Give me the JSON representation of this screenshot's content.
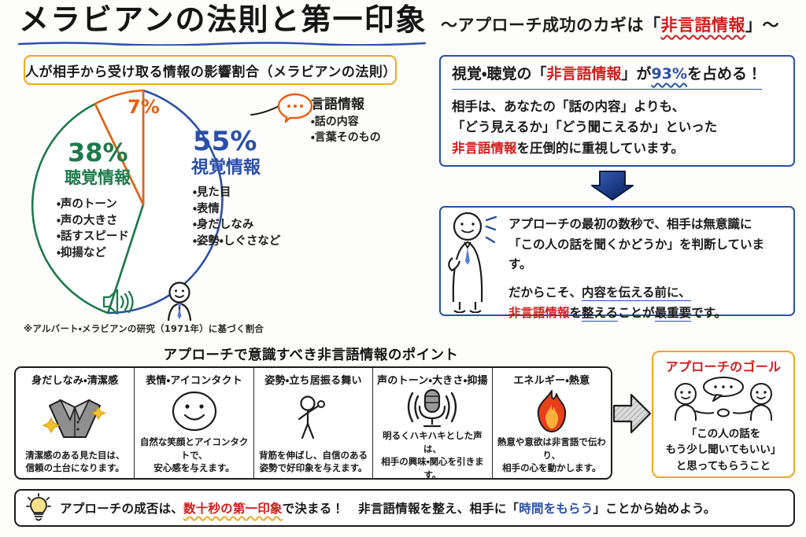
{
  "title": "メラビアンの法則と第一印象",
  "pie_section": {
    "caption": "人が相手から受け取る情報の影響割合（メラビアンの法則）",
    "note": "※アルバート・メラビアンの研究（1971年）に基づく割合",
    "visual": {
      "percent": "55%",
      "label": "視覚情報",
      "items": [
        "・見た目",
        "・表情",
        "・身だしなみ",
        "・姿勢・しぐさなど"
      ],
      "color": "#2b4fa8",
      "icon": "person-with-tie-icon"
    },
    "auditory": {
      "percent": "38%",
      "label": "聴覚情報",
      "items": [
        "・声のトーン",
        "・声の大きさ",
        "・話すスピード",
        "・抑揚など"
      ],
      "color": "#1d7a4a",
      "icon": "speaker-icon"
    },
    "verbal": {
      "percent": "7%",
      "label": "言語情報",
      "items": [
        "・話の内容",
        "・言葉そのもの"
      ],
      "color": "#e8600f",
      "icon": "speech-bubble-icon"
    }
  },
  "chart_data": {
    "type": "pie",
    "title": "人が相手から受け取る情報の影響割合（メラビアンの法則）",
    "categories": [
      "視覚情報",
      "聴覚情報",
      "言語情報"
    ],
    "values": [
      55,
      38,
      7
    ],
    "unit": "%",
    "colors": [
      "#2b4fa8",
      "#1d7a4a",
      "#e8600f"
    ],
    "labels": [
      "55%",
      "38%",
      "7%"
    ],
    "legend": "inside-slices",
    "annotation": "※アルバート・メラビアンの研究（1971年）に基づく割合",
    "start_angle_deg": 0,
    "direction": "clockwise"
  },
  "right": {
    "heading_pre": "〜アプローチ成功のカギは「",
    "heading_hl": "非言語情報",
    "heading_post": "」〜",
    "box93": {
      "line1_a": "視覚・聴覚の「",
      "line1_hl": "非言語情報",
      "line1_b": "」が",
      "line1_pct": "93%",
      "line1_c": "を占める！",
      "body_l1": "相手は、あなたの「話の内容」よりも、",
      "body_l2": "「どう見えるか」「どう聞こえるか」といった",
      "body_l3_hl": "非言語情報",
      "body_l3_b": "を圧倒的に重視しています。"
    },
    "arrow": "down-arrow-icon",
    "box2": {
      "p1_l1": "アプローチの最初の数秒で、相手は無意識に",
      "p1_l2": "「この人の話を聞くかどうか」を判断しています。",
      "p2_a": "だからこそ、",
      "p2_ul": "内容を伝える前に、",
      "p2_hl": "非言語情報",
      "p2_b": "を",
      "p2_ul2": "整える",
      "p2_c": "ことが",
      "p2_ul3": "最重要",
      "p2_d": "です。"
    }
  },
  "points": {
    "heading": "アプローチで意識すべき非言語情報のポイント",
    "columns": [
      {
        "header": "身だしなみ・清潔感",
        "icon": "suit-jacket-icon",
        "desc_l1": "清潔感のある見た目は、",
        "desc_l2": "信頼の土台になります。"
      },
      {
        "header": "表情・アイコンタクト",
        "icon": "smiley-face-icon",
        "desc_l1": "自然な笑顔とアイコンタクトで、",
        "desc_l2": "安心感を与えます。"
      },
      {
        "header": "姿勢・立ち居振る舞い",
        "icon": "standing-person-icon",
        "desc_l1": "背筋を伸ばし、自信のある",
        "desc_l2": "姿勢で好印象を与えます。"
      },
      {
        "header": "声のトーン・大きさ・抑揚",
        "icon": "microphone-icon",
        "desc_l1": "明るくハキハキとした声は、",
        "desc_l2": "相手の興味・関心を引きます。"
      },
      {
        "header": "エネルギー・熱意",
        "icon": "flame-icon",
        "desc_l1": "熱意や意欲は非言語で伝わり、",
        "desc_l2": "相手の心を動かします。"
      }
    ]
  },
  "goal": {
    "title": "アプローチのゴール",
    "icon": "two-people-talking-icon",
    "text_l1": "「この人の話を",
    "text_l2": "もう少し聞いてもいい」",
    "text_l3": "と思ってもらうこと"
  },
  "footer": {
    "icon": "lightbulb-icon",
    "a": "アプローチの成否は、",
    "hl": "数十秒の第一印象",
    "b": "で決まる！",
    "c": "非言語情報を整え、相手に「",
    "hl2": "時間をもらう",
    "d": "」ことから始めよう。"
  }
}
